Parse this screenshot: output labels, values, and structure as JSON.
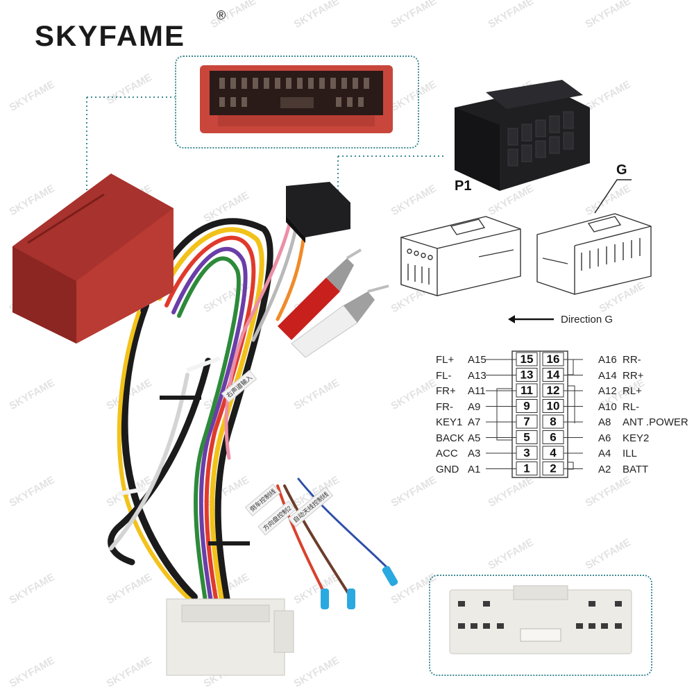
{
  "brand": {
    "name": "SKYFAME",
    "registered": "®",
    "watermark": "SKYFAME"
  },
  "connector_labels": {
    "p1": "P1",
    "g": "G",
    "direction": "Direction G"
  },
  "pinout": {
    "left": [
      {
        "name": "FL+",
        "pin": "A15",
        "cell": "15"
      },
      {
        "name": "FL-",
        "pin": "A13",
        "cell": "13"
      },
      {
        "name": "FR+",
        "pin": "A11",
        "cell": "11"
      },
      {
        "name": "FR-",
        "pin": "A9",
        "cell": "9"
      },
      {
        "name": "KEY1",
        "pin": "A7",
        "cell": "7"
      },
      {
        "name": "BACK",
        "pin": "A5",
        "cell": "5"
      },
      {
        "name": "ACC",
        "pin": "A3",
        "cell": "3"
      },
      {
        "name": "GND",
        "pin": "A1",
        "cell": "1"
      }
    ],
    "right": [
      {
        "name": "RR-",
        "pin": "A16",
        "cell": "16"
      },
      {
        "name": "RR+",
        "pin": "A14",
        "cell": "14"
      },
      {
        "name": "RL+",
        "pin": "A12",
        "cell": "12"
      },
      {
        "name": "RL-",
        "pin": "A10",
        "cell": "10"
      },
      {
        "name": "ANT .POWER",
        "pin": "A8",
        "cell": "8"
      },
      {
        "name": "KEY2",
        "pin": "A6",
        "cell": "6"
      },
      {
        "name": "ILL",
        "pin": "A4",
        "cell": "4"
      },
      {
        "name": "BATT",
        "pin": "A2",
        "cell": "2"
      }
    ]
  },
  "wire_tags": {
    "tag1": "右声道输入",
    "tag2": "倒车控制线",
    "tag3": "方向盘控制2",
    "tag4": "自动天线控制线"
  },
  "colors": {
    "accent_dotted": "#3e8a93",
    "connector_red": "#a8322d",
    "connector_black": "#1f1f22",
    "connector_white": "#e9e7e2"
  }
}
